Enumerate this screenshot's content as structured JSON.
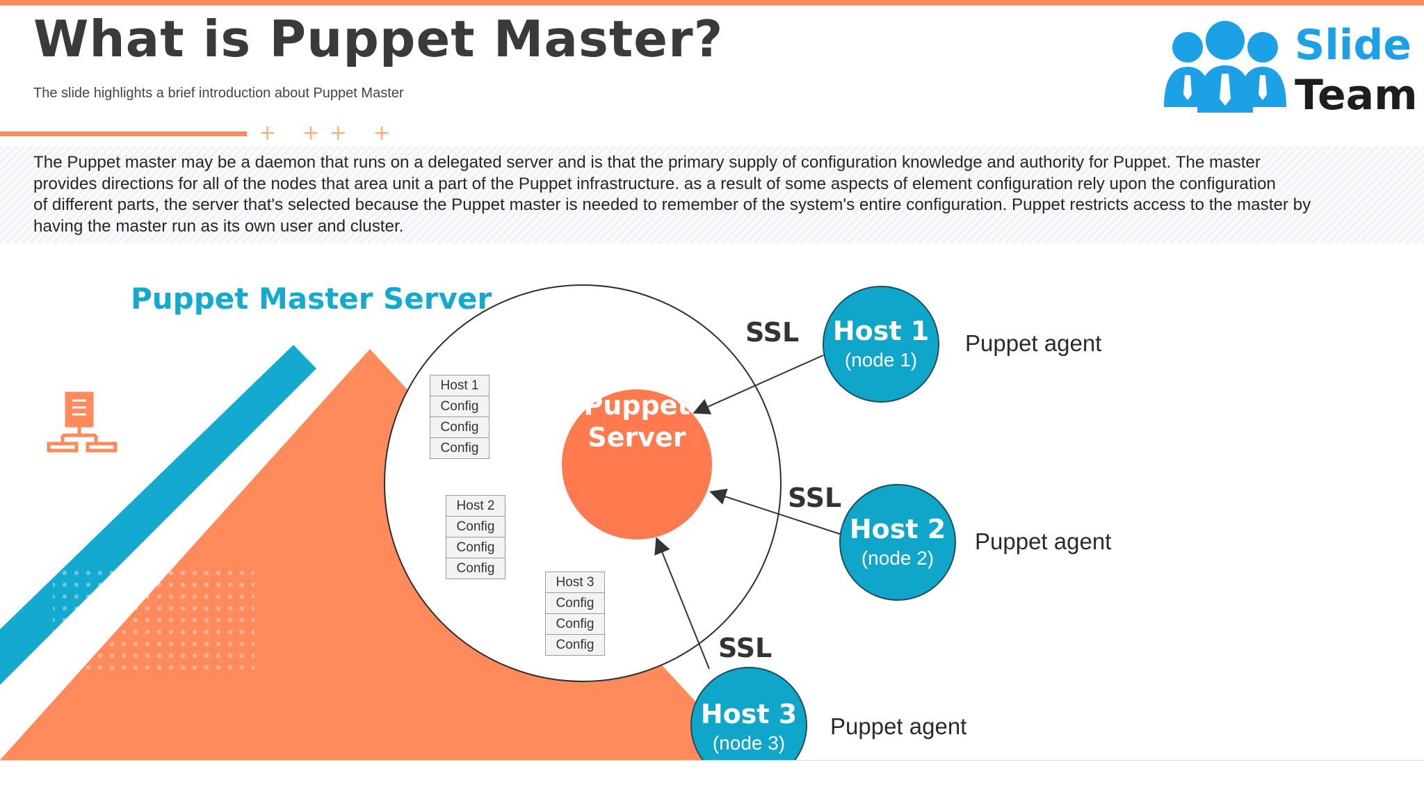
{
  "header": {
    "title": "What is Puppet Master?",
    "subtitle": "The slide highlights a brief introduction about Puppet Master",
    "plus_marks": "+ ++ +"
  },
  "logo": {
    "line1": "Slide",
    "line2": "Team"
  },
  "intro": "The Puppet master may be a daemon that runs on a delegated server and is that the primary supply of configuration knowledge and authority for Puppet. The master\nprovides directions for all of the nodes that area unit a part of the Puppet infrastructure. as a result of some aspects of element configuration rely upon the configuration\nof different parts, the server that's selected because the Puppet master is needed to remember of the system's entire configuration. Puppet restricts access to the master by\nhaving the master run as its own user and cluster.",
  "diagram": {
    "section_title": "Puppet Master Server",
    "server_label": "Puppet\nServer",
    "config_tables": [
      {
        "rows": [
          "Host 1",
          "Config",
          "Config",
          "Config"
        ]
      },
      {
        "rows": [
          "Host 2",
          "Config",
          "Config",
          "Config"
        ]
      },
      {
        "rows": [
          "Host 3",
          "Config",
          "Config",
          "Config"
        ]
      }
    ],
    "hosts": [
      {
        "title": "Host 1",
        "node": "(node 1)",
        "role": "Puppet agent",
        "link": "SSL"
      },
      {
        "title": "Host 2",
        "node": "(node 2)",
        "role": "Puppet agent",
        "link": "SSL"
      },
      {
        "title": "Host 3",
        "node": "(node 3)",
        "role": "Puppet agent",
        "link": "SSL"
      }
    ]
  },
  "colors": {
    "accent_orange": "#ff8a5c",
    "accent_blue": "#14a9cf",
    "host_fill": "#10a6c9",
    "logo_blue": "#1da1e6"
  },
  "icons": [
    "server-network-icon",
    "team-logo-icon"
  ]
}
